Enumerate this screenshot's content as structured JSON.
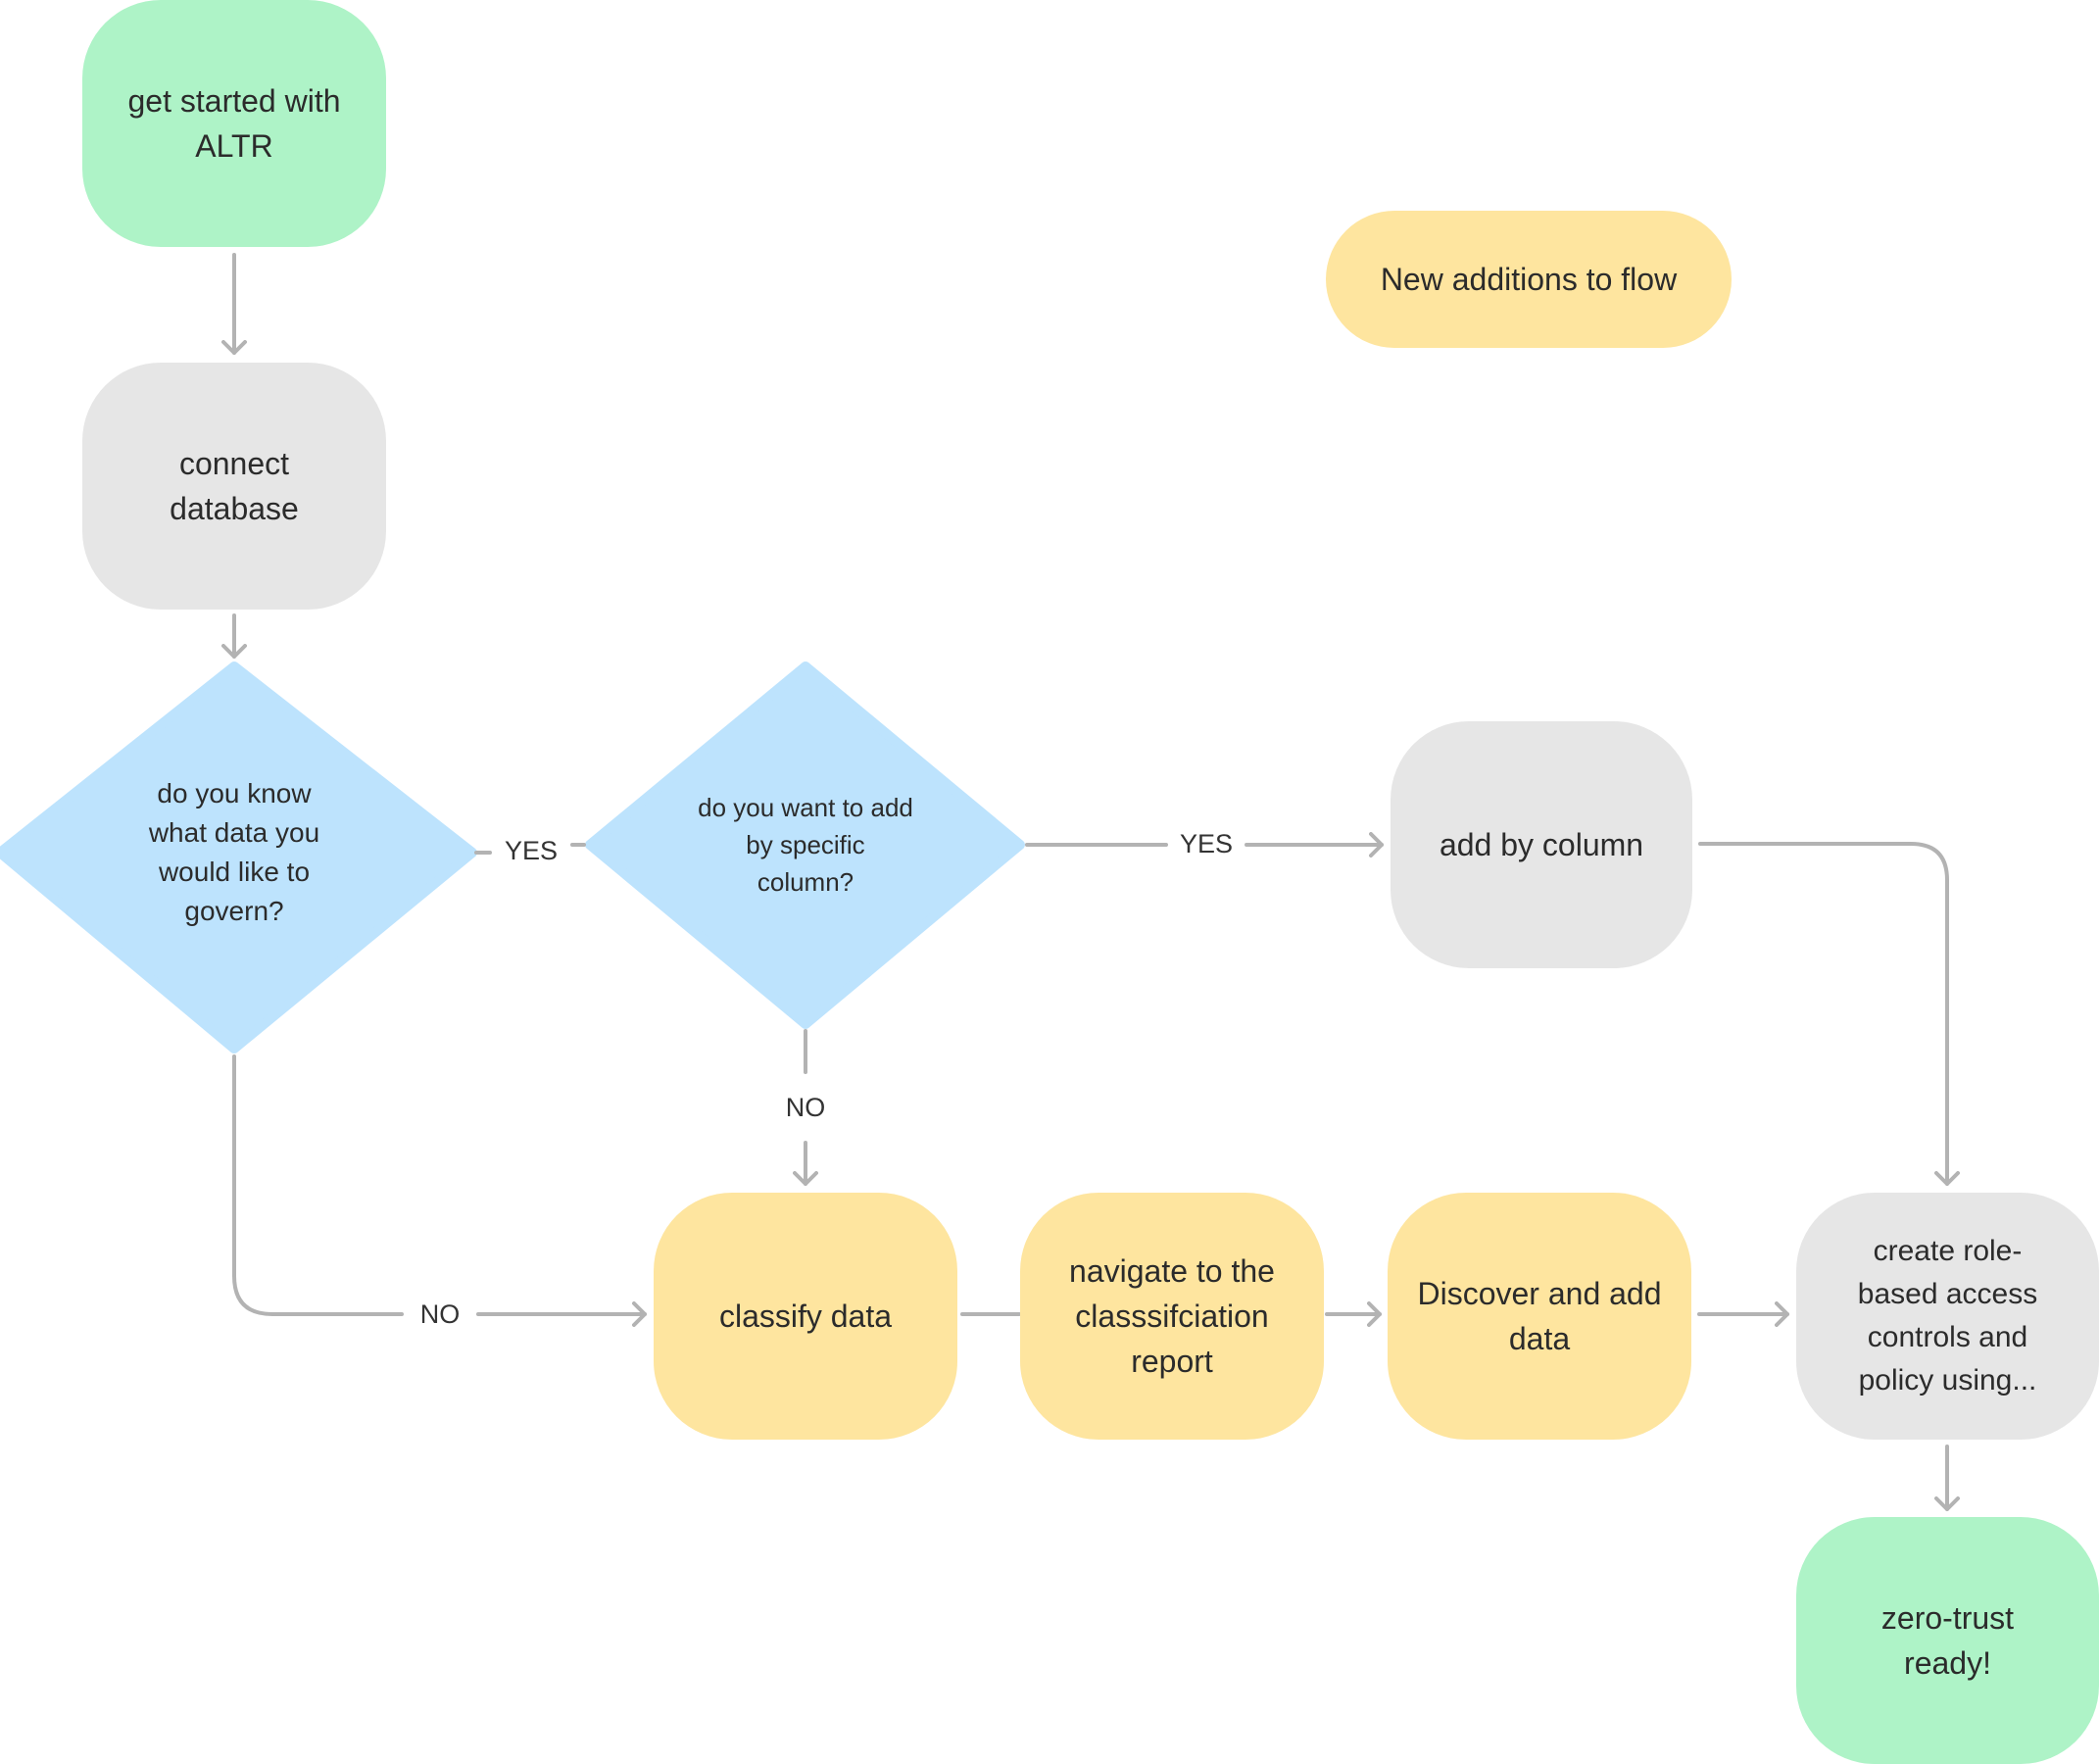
{
  "nodes": {
    "start": "get started with ALTR",
    "connect": "connect database",
    "know_data": "do you know what data you would like to govern?",
    "specific_column": "do you want to add by specific column?",
    "add_by_column": "add by column",
    "classify": "classify data",
    "navigate": "navigate to the classsifciation report",
    "discover": "Discover and add data",
    "create_rbac": "create role-based access controls and policy using...",
    "ready": "zero-trust ready!"
  },
  "legend": {
    "new_additions": "New additions to flow"
  },
  "edges": {
    "yes_1": "YES",
    "yes_2": "YES",
    "no_1": "NO",
    "no_2": "NO"
  },
  "colors": {
    "terminal": "#aef3c7",
    "process": "#e6e6e6",
    "new_step": "#fee59f",
    "decision": "#bde3fd",
    "connector": "#b3b3b3"
  }
}
